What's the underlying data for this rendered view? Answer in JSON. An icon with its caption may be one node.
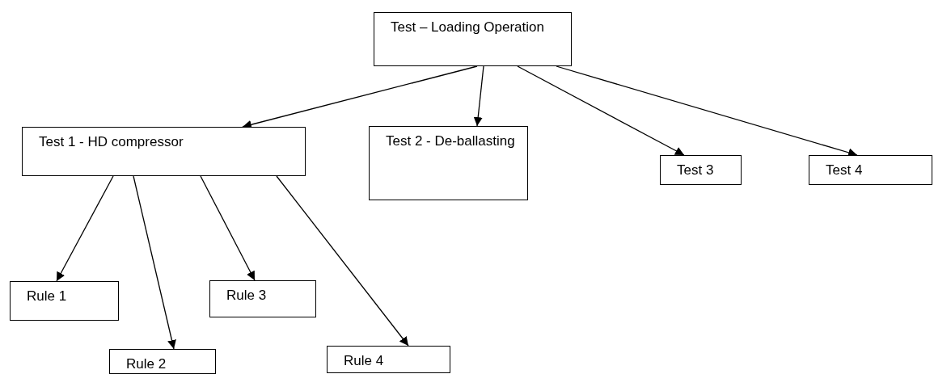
{
  "diagram": {
    "nodes": [
      {
        "text": [
          "Test – Loading Operation"
        ]
      },
      {
        "text": [
          "Test 1 - HD compressor"
        ]
      },
      {
        "text": [
          "Test 2 - De-ballasting"
        ]
      },
      {
        "text": [
          "Test 3"
        ]
      },
      {
        "text": [
          "Test 4"
        ]
      },
      {
        "text": [
          "Rule 1"
        ]
      },
      {
        "text": [
          "Rule 2"
        ]
      },
      {
        "text": [
          "Rule 3"
        ]
      },
      {
        "text": [
          "Rule 4"
        ]
      }
    ],
    "edges": [
      {
        "from": 0,
        "to": 1,
        "arrow": "to"
      },
      {
        "from": 0,
        "to": 2,
        "arrow": "to"
      },
      {
        "from": 0,
        "to": 3,
        "arrow": "to"
      },
      {
        "from": 0,
        "to": 4,
        "arrow": "to"
      },
      {
        "from": 1,
        "to": 5,
        "arrow": "to"
      },
      {
        "from": 1,
        "to": 6,
        "arrow": "to"
      },
      {
        "from": 1,
        "to": 7,
        "arrow": "to"
      },
      {
        "from": 1,
        "to": 8,
        "arrow": "to"
      }
    ]
  }
}
